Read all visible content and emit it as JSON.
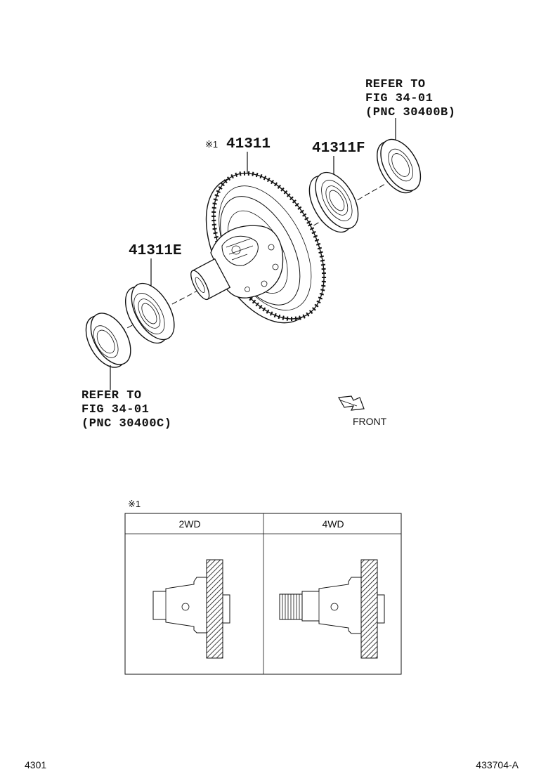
{
  "labels": {
    "diff_case_prefix": "※1",
    "diff_case": "41311",
    "bearing_left": "41311E",
    "bearing_right": "41311F",
    "ref_right_line1": "REFER TO",
    "ref_right_line2": "FIG 34-01",
    "ref_right_line3": "(PNC 30400B)",
    "ref_left_line1": "REFER TO",
    "ref_left_line2": "FIG 34-01",
    "ref_left_line3": "(PNC 30400C)",
    "front": "FRONT"
  },
  "variant_table": {
    "note": "※1",
    "columns": [
      "2WD",
      "4WD"
    ]
  },
  "footer": {
    "left_code": "4301",
    "right_code": "433704-A"
  }
}
